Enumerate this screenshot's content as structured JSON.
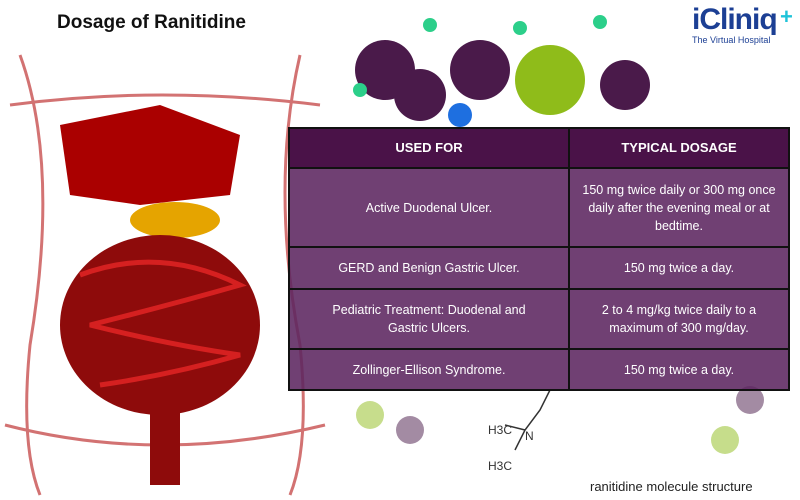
{
  "title": "Dosage of Ranitidine",
  "logo": {
    "brand": "iCliniq",
    "tagline": "The Virtual Hospital"
  },
  "table": {
    "headers": [
      "USED FOR",
      "TYPICAL DOSAGE"
    ],
    "rows": [
      {
        "used_for": "Active Duodenal Ulcer.",
        "dosage": "150 mg twice daily or 300 mg once daily after the evening meal or at bedtime."
      },
      {
        "used_for": "GERD and Benign Gastric Ulcer.",
        "dosage": "150 mg twice a day."
      },
      {
        "used_for": "Pediatric Treatment: Duodenal and Gastric Ulcers.",
        "dosage": "2 to 4 mg/kg twice daily to a maximum of 300 mg/day."
      },
      {
        "used_for": "Zollinger-Ellison Syndrome.",
        "dosage": "150 mg twice a day."
      }
    ]
  },
  "caption": "ranitidine molecule structure",
  "colors": {
    "header": "#4a1248",
    "row": "#5c2660",
    "brand": "#1c3f94",
    "accent": "#1ec3d9"
  }
}
